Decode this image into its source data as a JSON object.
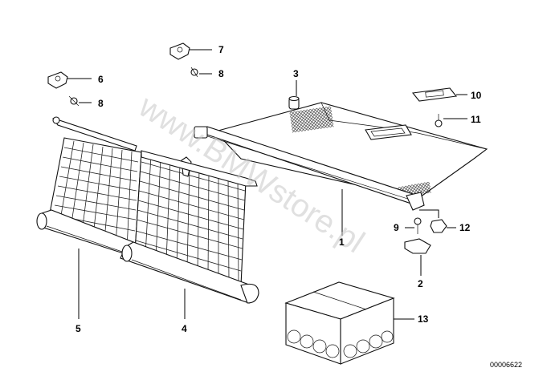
{
  "callouts": [
    "1",
    "2",
    "3",
    "4",
    "5",
    "6",
    "7",
    "8",
    "8",
    "9",
    "10",
    "11",
    "12",
    "13"
  ],
  "watermark": "www.BMWstore.pl",
  "diagram_code": "00006622"
}
